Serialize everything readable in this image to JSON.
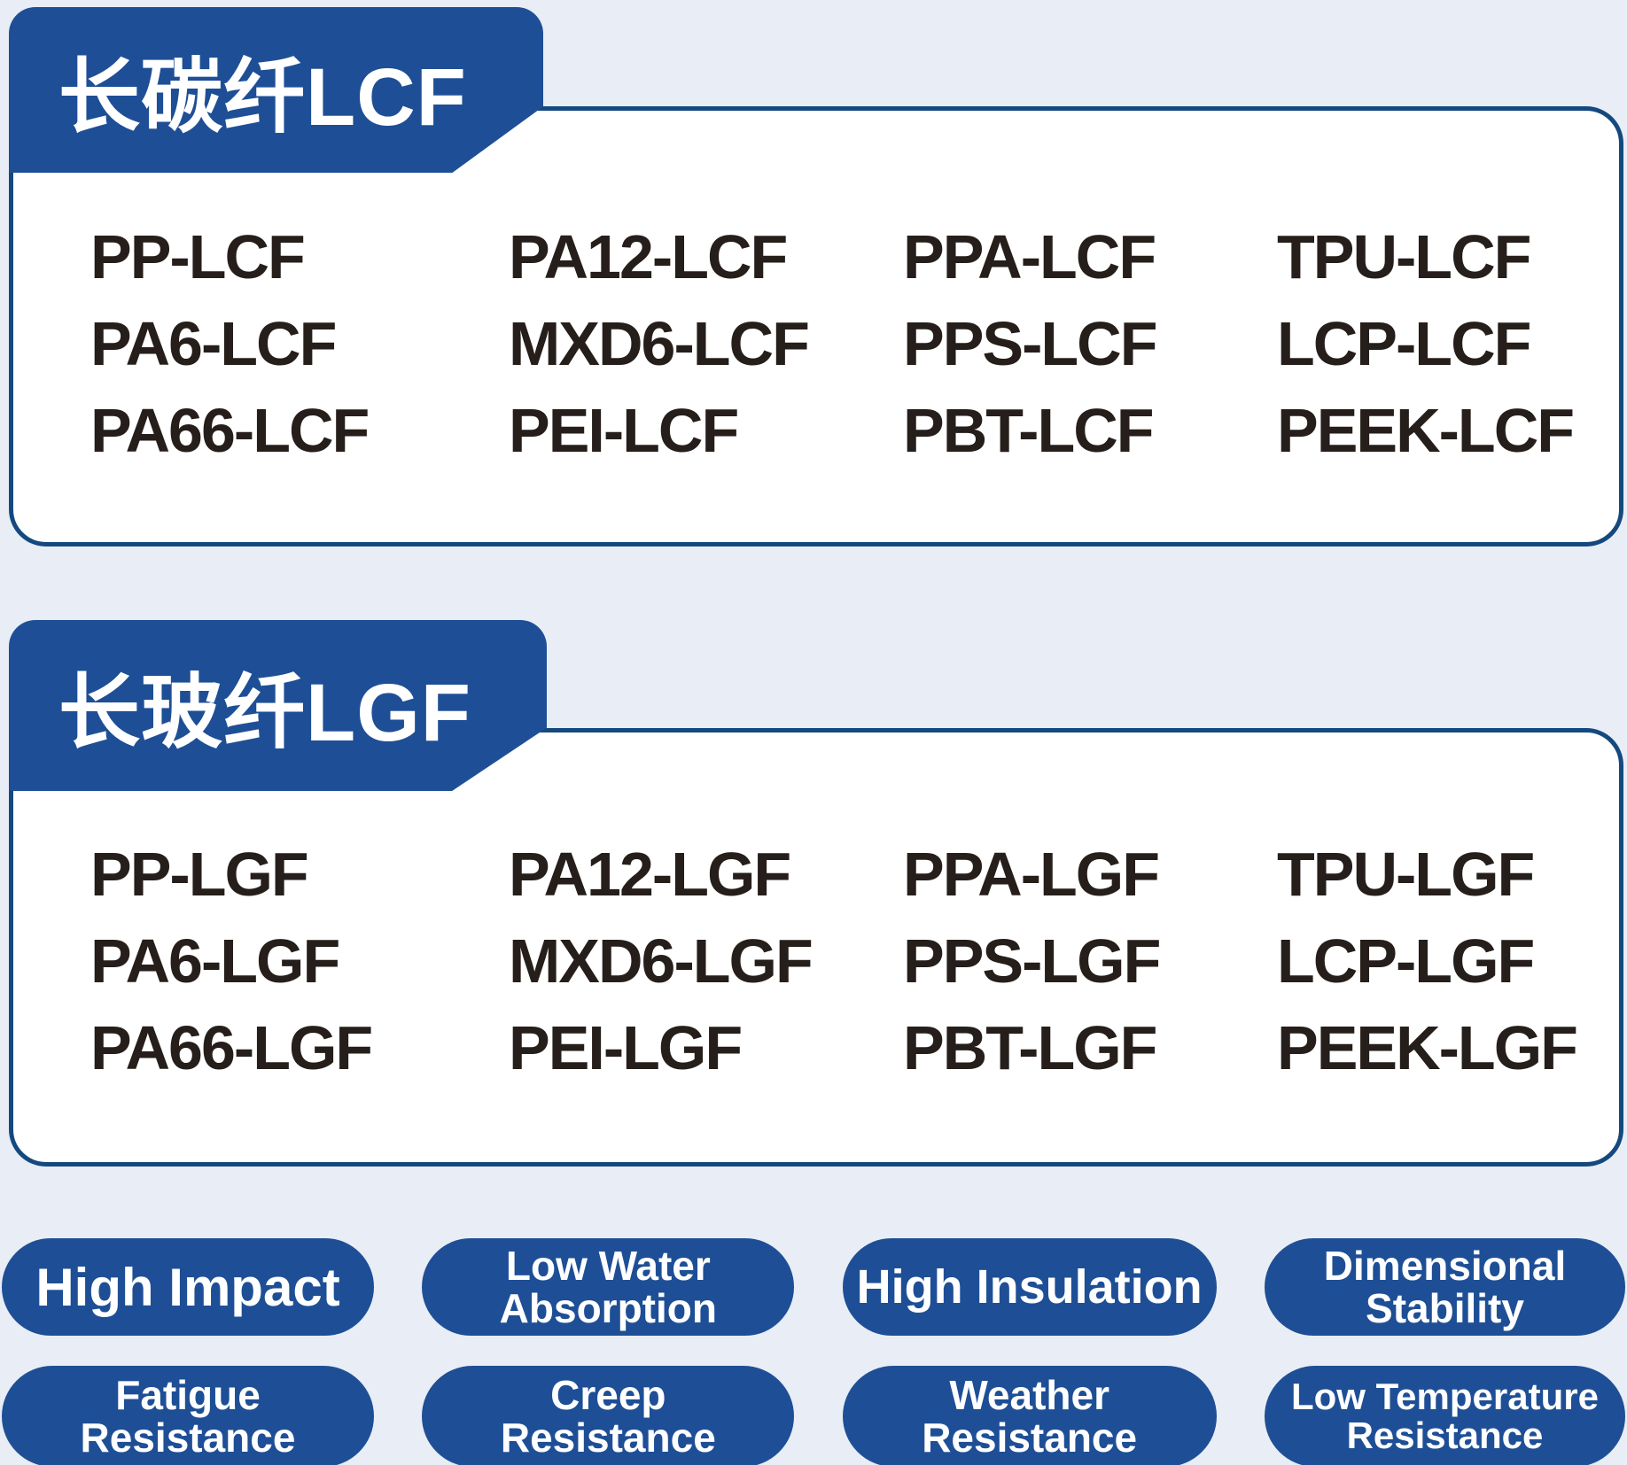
{
  "colors": {
    "background": "#e9edf5",
    "brand_blue": "#1e4f96",
    "card_border_blue": "#14497f",
    "card_fill": "#ffffff",
    "material_text": "#251e1a",
    "tab_text": "#ffffff",
    "pill_text": "#ffffff"
  },
  "sections": [
    {
      "tab_label": "长碳纤LCF",
      "materials": [
        "PP-LCF",
        "PA12-LCF",
        "PPA-LCF",
        "TPU-LCF",
        "PA6-LCF",
        "MXD6-LCF",
        "PPS-LCF",
        "LCP-LCF",
        "PA66-LCF",
        "PEI-LCF",
        "PBT-LCF",
        "PEEK-LCF"
      ]
    },
    {
      "tab_label": "长玻纤LGF",
      "materials": [
        "PP-LGF",
        "PA12-LGF",
        "PPA-LGF",
        "TPU-LGF",
        "PA6-LGF",
        "MXD6-LGF",
        "PPS-LGF",
        "LCP-LGF",
        "PA66-LGF",
        "PEI-LGF",
        "PBT-LGF",
        "PEEK-LGF"
      ]
    }
  ],
  "features": {
    "row1": [
      {
        "lines": [
          "High Impact"
        ],
        "size": "xl"
      },
      {
        "lines": [
          "Low Water",
          "Absorption"
        ],
        "size": "md"
      },
      {
        "lines": [
          "High Insulation"
        ],
        "size": "lg"
      },
      {
        "lines": [
          "Dimensional",
          "Stability"
        ],
        "size": "md"
      }
    ],
    "row2": [
      {
        "lines": [
          "Fatigue",
          "Resistance"
        ],
        "size": "md"
      },
      {
        "lines": [
          "Creep",
          "Resistance"
        ],
        "size": "md"
      },
      {
        "lines": [
          "Weather",
          "Resistance"
        ],
        "size": "md"
      },
      {
        "lines": [
          "Low Temperature",
          "Resistance"
        ],
        "size": "sm"
      }
    ]
  }
}
